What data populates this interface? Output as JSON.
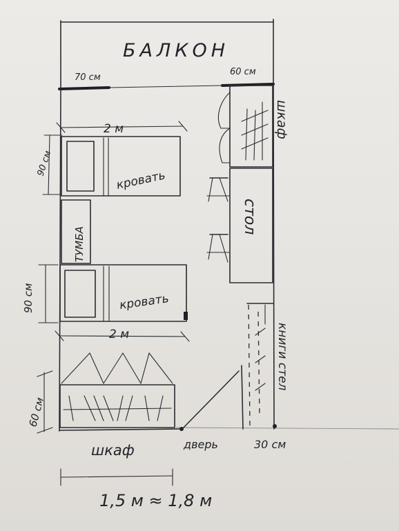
{
  "labels": {
    "balcony": "БАЛКОН",
    "balcony_left_width": "70 см",
    "balcony_right_width": "60 см",
    "wardrobe_top": "шкаф",
    "bed_length_top": "2 м",
    "bed_width_top": "90 см",
    "bed_top": "кровать",
    "nightstand": "ТУМБА",
    "table": "стол",
    "bed_width_bottom": "90 см",
    "bed_bottom": "кровать",
    "bed_length_bottom": "2 м",
    "bookshelf": "книги стел",
    "wardrobe_depth": "60 см",
    "wardrobe_bottom": "шкаф",
    "door": "дверь",
    "shelf_depth": "30 см",
    "room_width": "1,5 м ≈ 1,8 м"
  }
}
